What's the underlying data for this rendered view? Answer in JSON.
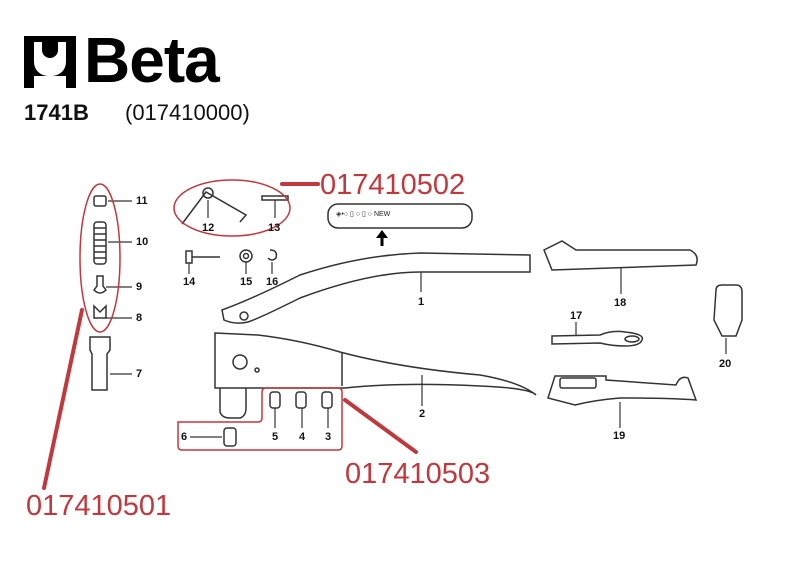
{
  "header": {
    "brand": "Beta",
    "model": "1741B",
    "code": "(017410000)"
  },
  "callouts": [
    {
      "id": "kit-a",
      "label": "017410501",
      "parts": [
        "8",
        "9",
        "10",
        "11"
      ]
    },
    {
      "id": "kit-b",
      "label": "017410502",
      "parts": [
        "12",
        "13"
      ]
    },
    {
      "id": "kit-c",
      "label": "017410503",
      "parts": [
        "3",
        "4",
        "5",
        "6"
      ]
    }
  ],
  "parts": {
    "p1": "1",
    "p2": "2",
    "p3": "3",
    "p4": "4",
    "p5": "5",
    "p6": "6",
    "p7": "7",
    "p8": "8",
    "p9": "9",
    "p10": "10",
    "p11": "11",
    "p12": "12",
    "p13": "13",
    "p14": "14",
    "p15": "15",
    "p16": "16",
    "p17": "17",
    "p18": "18",
    "p19": "19",
    "p20": "20"
  },
  "colors": {
    "callout_red": "#c0393f",
    "outline": "#333333"
  }
}
